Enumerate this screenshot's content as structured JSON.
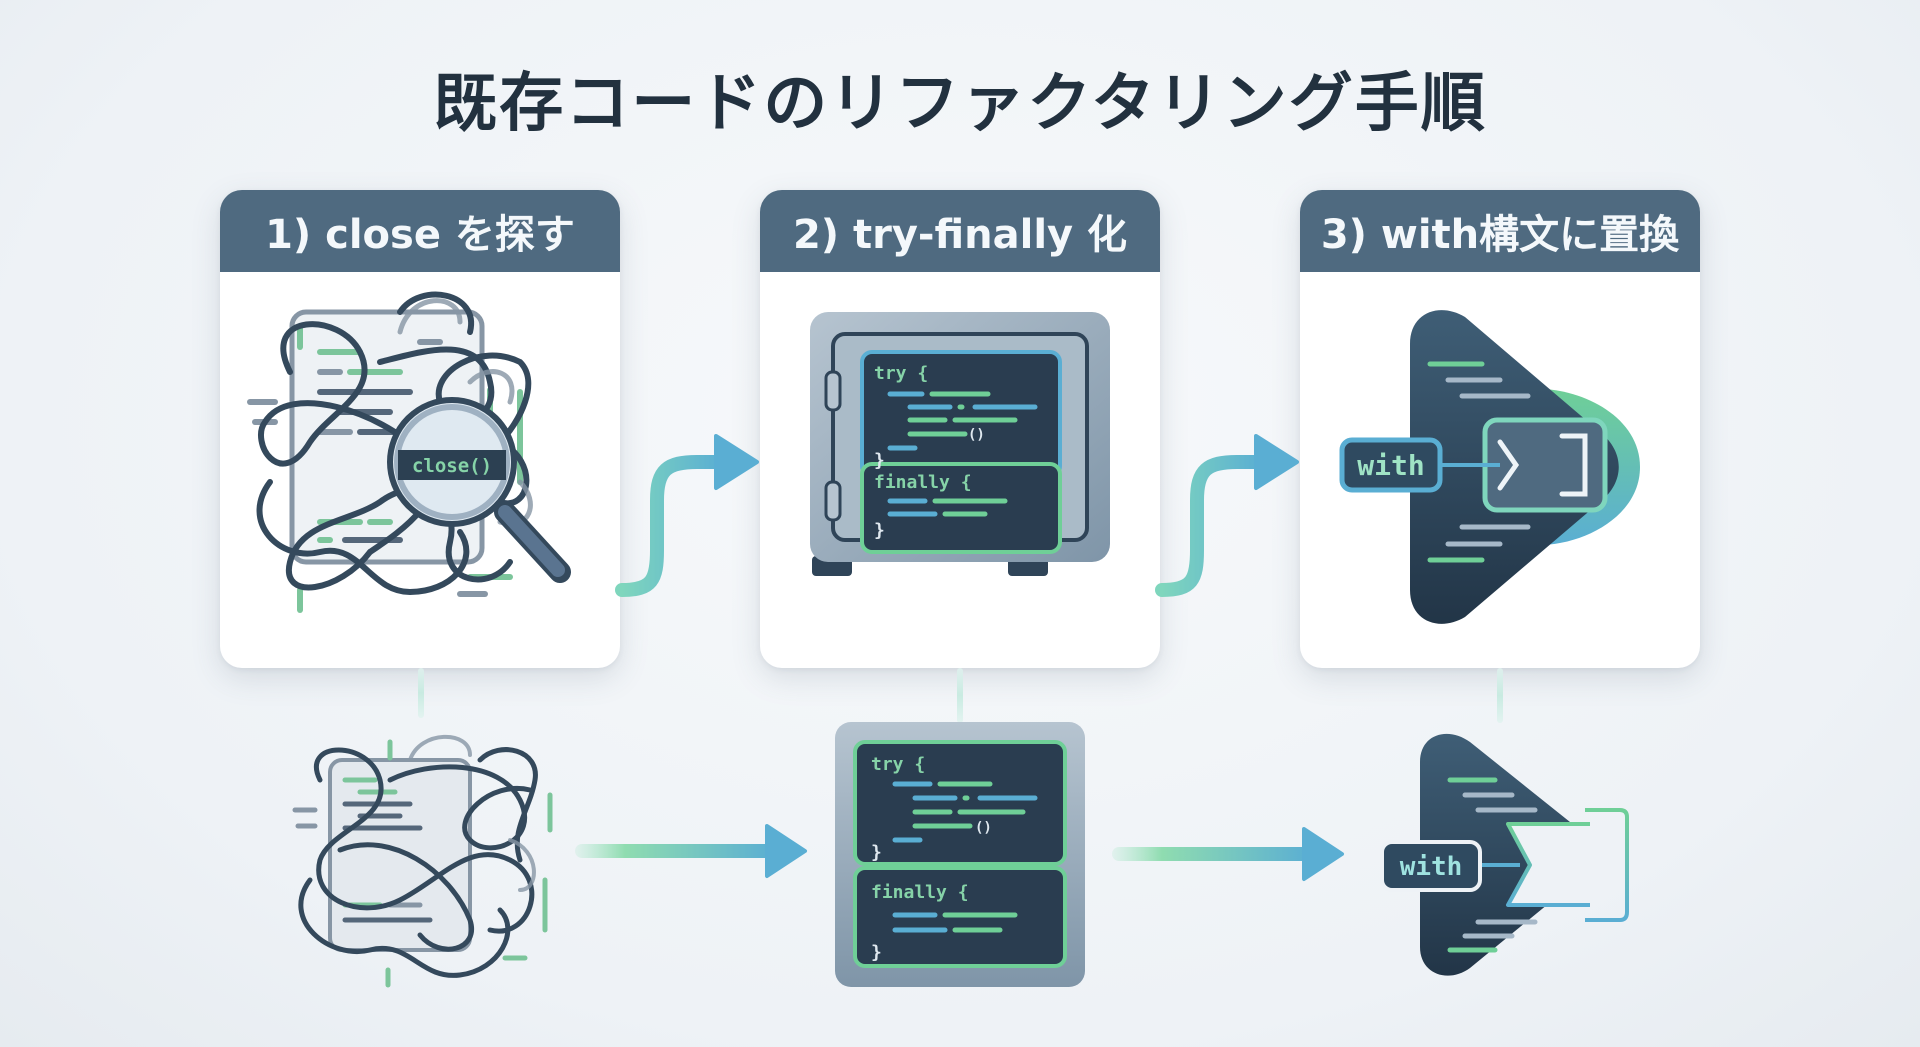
{
  "title": "既存コードのリファクタリング手順",
  "steps": [
    {
      "label": "1) close を探す",
      "icon": "tangled-code-magnifier",
      "badge": "close()"
    },
    {
      "label": "2) try-finally 化",
      "icon": "safe-try-finally",
      "code_try": "try {",
      "code_call": "()",
      "code_close": "}",
      "code_finally": "finally {"
    },
    {
      "label": "3) with構文に置換",
      "icon": "with-context-play",
      "keyword": "with"
    }
  ],
  "bottom_row": {
    "tangled": "tangled-code",
    "safe": {
      "code_try": "try {",
      "code_call": "()",
      "code_close": "}",
      "code_finally": "finally {"
    },
    "with": {
      "keyword": "with"
    }
  },
  "colors": {
    "header": "#4f6a80",
    "dark": "#22313f",
    "green": "#6fcf97",
    "blue": "#5aaed3",
    "teal": "#7fd6bd"
  }
}
